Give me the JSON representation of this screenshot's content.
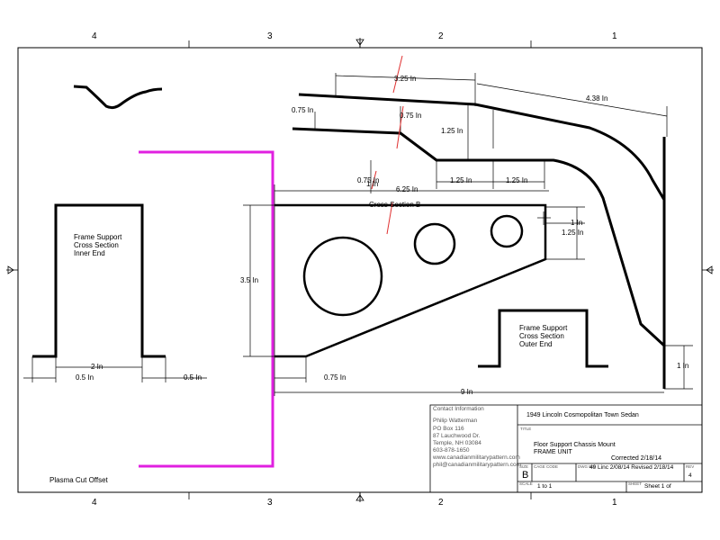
{
  "zones": {
    "top": [
      "4",
      "3",
      "2",
      "1"
    ],
    "bottom": [
      "4",
      "3",
      "2",
      "1"
    ]
  },
  "dimensions": {
    "d_3_25": "3.25 In",
    "d_4_38": "4.38 In",
    "d_0_75_a": "0.75 In",
    "d_0_75_b": "0.75 In",
    "d_1_25_a": "1.25 In",
    "d_0_75_c": "0.75 In",
    "d_1_in_a": "1 In",
    "d_1_25_b": "1.25 In",
    "d_1_25_c": "1.25 In",
    "d_6_25": "6.25 In",
    "d_1_in_b": "1 In",
    "d_1_25_d": "1.25 In",
    "d_3_5": "3.5 In",
    "d_0_75_d": "0.75 In",
    "d_9": "9 In",
    "d_1_in_c": "1 In",
    "d_2_in": "2 In",
    "d_0_5_a": "0.5 In",
    "d_0_5_b": "0.5 In"
  },
  "labels": {
    "cross_section_b": "Cross Section B",
    "inner_line1": "Frame Support",
    "inner_line2": "Cross Section",
    "inner_line3": "Inner End",
    "outer_line1": "Frame Support",
    "outer_line2": "Cross Section",
    "outer_line3": "Outer End",
    "plasma_cut": "Plasma Cut Offset"
  },
  "title_block": {
    "contact_header": "Contact Information",
    "contact_lines": [
      "Philip Watterman",
      "PO Box 116",
      "87 Lauchwood Dr.",
      "Temple, NH  03084",
      "603-878-1650",
      "www.canadianmilitarypattern.com",
      "phil@canadianmilitarypattern.com"
    ],
    "project": "1949 Lincoln Cosmopolitan Town Sedan",
    "title_header": "TITLE",
    "title_line1": "Floor Support Chassis Mount",
    "title_line2": "FRAME UNIT",
    "corrected": "Corrected 2/18/14",
    "size_header": "SIZE",
    "size": "B",
    "cage_header": "CAGE CODE",
    "dwg_header": "DWG NO",
    "dwg_no": "49 Linc  2/08/14 Revised 2/18/14",
    "rev_header": "REV",
    "rev": "4",
    "scale_header": "SCALE",
    "scale": "1 to 1",
    "sheet_header": "SHEET",
    "sheet": "Sheet 1 of"
  },
  "colors": {
    "line": "#000000",
    "highlight": "#e020e0",
    "annotation": "#e03030"
  }
}
